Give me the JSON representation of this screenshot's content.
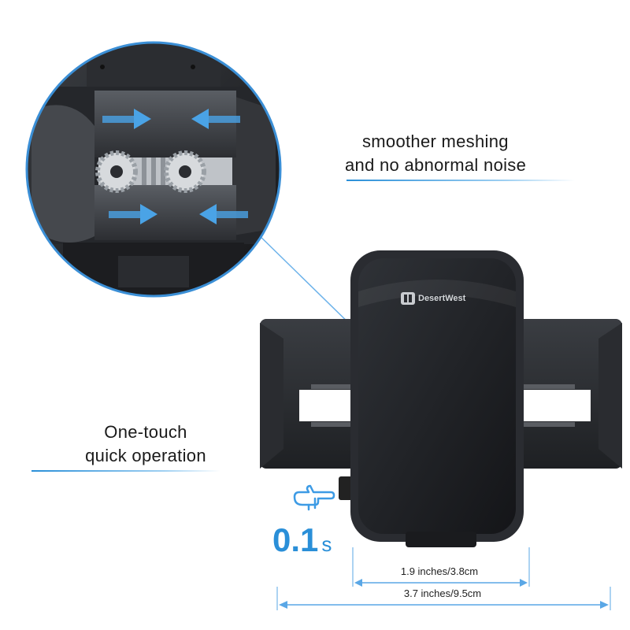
{
  "features": {
    "meshing_line1": "smoother meshing",
    "meshing_line2": "and no abnormal noise",
    "touch_line1": "One-touch",
    "touch_line2": "quick operation"
  },
  "speed": {
    "value": "0.1",
    "unit": "s"
  },
  "dimensions": {
    "min_width": "1.9 inches/3.8cm",
    "max_width": "3.7 inches/9.5cm"
  },
  "brand": {
    "name": "DesertWest"
  },
  "icons": {
    "touch": "pointing-hand-icon",
    "logo": "desertwest-logo-icon"
  },
  "colors": {
    "accent": "#2a8fd8",
    "arrow": "#4aa3e6",
    "product": "#1f2125",
    "line": "#4d9be0"
  }
}
